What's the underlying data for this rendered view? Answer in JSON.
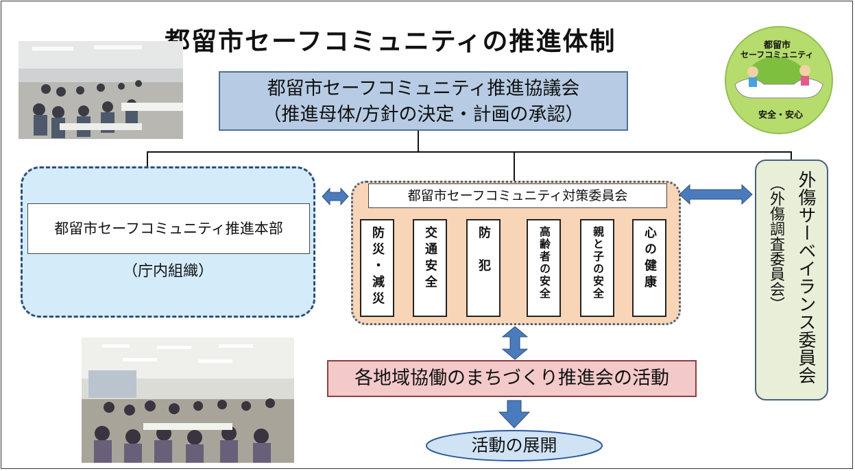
{
  "title": "都留市セーフコミュニティの推進体制",
  "logo": {
    "line1": "都留市",
    "line2": "セーフコミュニティ",
    "bottom": "安全・安心"
  },
  "council": {
    "name": "都留市セーフコミュニティ推進協議会",
    "role": "（推進母体/方針の決定・計画の承認）"
  },
  "headquarters": {
    "name": "都留市セーフコミュニティ推進本部",
    "note": "（庁内組織）"
  },
  "committee": {
    "name": "都留市セーフコミュニティ対策委員会",
    "subcommittees": [
      "防災・減災",
      "交通安全",
      "防　犯",
      "高齢者の安全",
      "親と子の安全",
      "心の健康"
    ]
  },
  "trauma": {
    "name": "外傷サーベイランス委員会",
    "note": "（外傷調査委員会）"
  },
  "activity": "各地域協働のまちづくり推進会の活動",
  "outcome": "活動の展開",
  "colors": {
    "council_fill": "#b7cce4",
    "hq_fill": "#d4ecfa",
    "committee_fill": "#f9d5b8",
    "activity_fill": "#f3c9c9",
    "arrow_fill": "#4a7bbd",
    "logo_fill": "#b6dc6e"
  }
}
